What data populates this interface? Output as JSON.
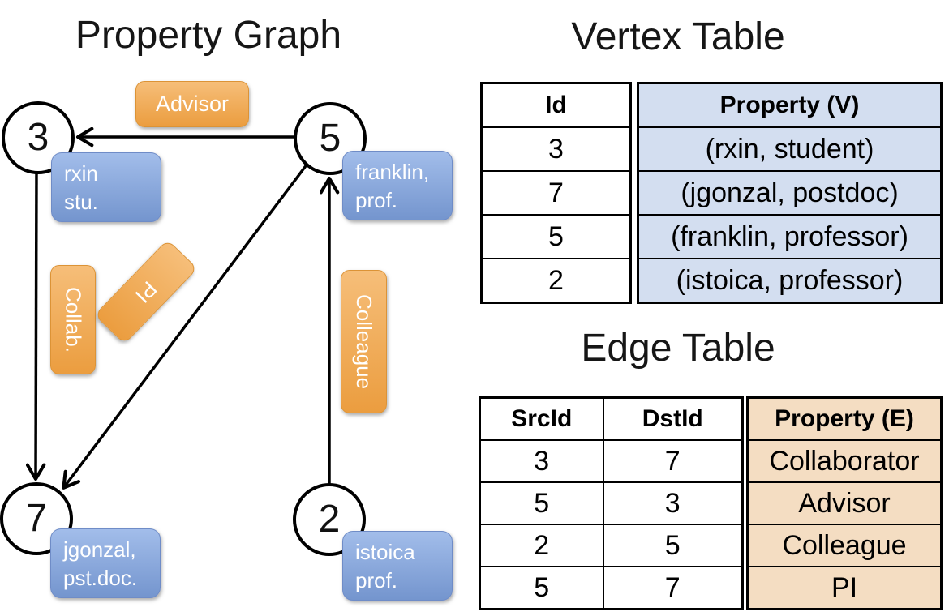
{
  "colors": {
    "orange_box_top": "#F6BE79",
    "orange_box_bottom": "#EB9D3F",
    "blue_box_top": "#A2BDEA",
    "blue_box_bottom": "#7495CE",
    "vertex_table_fill": "#D3DEF0",
    "edge_table_fill": "#F4DDC2",
    "line_black": "#000000"
  },
  "graph": {
    "title": "Property Graph",
    "nodes": [
      {
        "id": "3",
        "label_line1": "rxin",
        "label_line2": "stu."
      },
      {
        "id": "5",
        "label_line1": "franklin,",
        "label_line2": "prof."
      },
      {
        "id": "7",
        "label_line1": "jgonzal,",
        "label_line2": "pst.doc."
      },
      {
        "id": "2",
        "label_line1": "istoica",
        "label_line2": "prof."
      }
    ],
    "edge_labels": [
      {
        "label": "Advisor"
      },
      {
        "label": "Collab."
      },
      {
        "label": "PI"
      },
      {
        "label": "Colleague"
      }
    ]
  },
  "vertex_table": {
    "title": "Vertex Table",
    "columns": {
      "id": "Id",
      "property": "Property (V)"
    },
    "rows": [
      {
        "id": "3",
        "property": "(rxin, student)"
      },
      {
        "id": "7",
        "property": "(jgonzal, postdoc)"
      },
      {
        "id": "5",
        "property": "(franklin, professor)"
      },
      {
        "id": "2",
        "property": "(istoica, professor)"
      }
    ]
  },
  "edge_table": {
    "title": "Edge Table",
    "columns": {
      "src": "SrcId",
      "dst": "DstId",
      "property": "Property (E)"
    },
    "rows": [
      {
        "src": "3",
        "dst": "7",
        "property": "Collaborator"
      },
      {
        "src": "5",
        "dst": "3",
        "property": "Advisor"
      },
      {
        "src": "2",
        "dst": "5",
        "property": "Colleague"
      },
      {
        "src": "5",
        "dst": "7",
        "property": "PI"
      }
    ]
  }
}
